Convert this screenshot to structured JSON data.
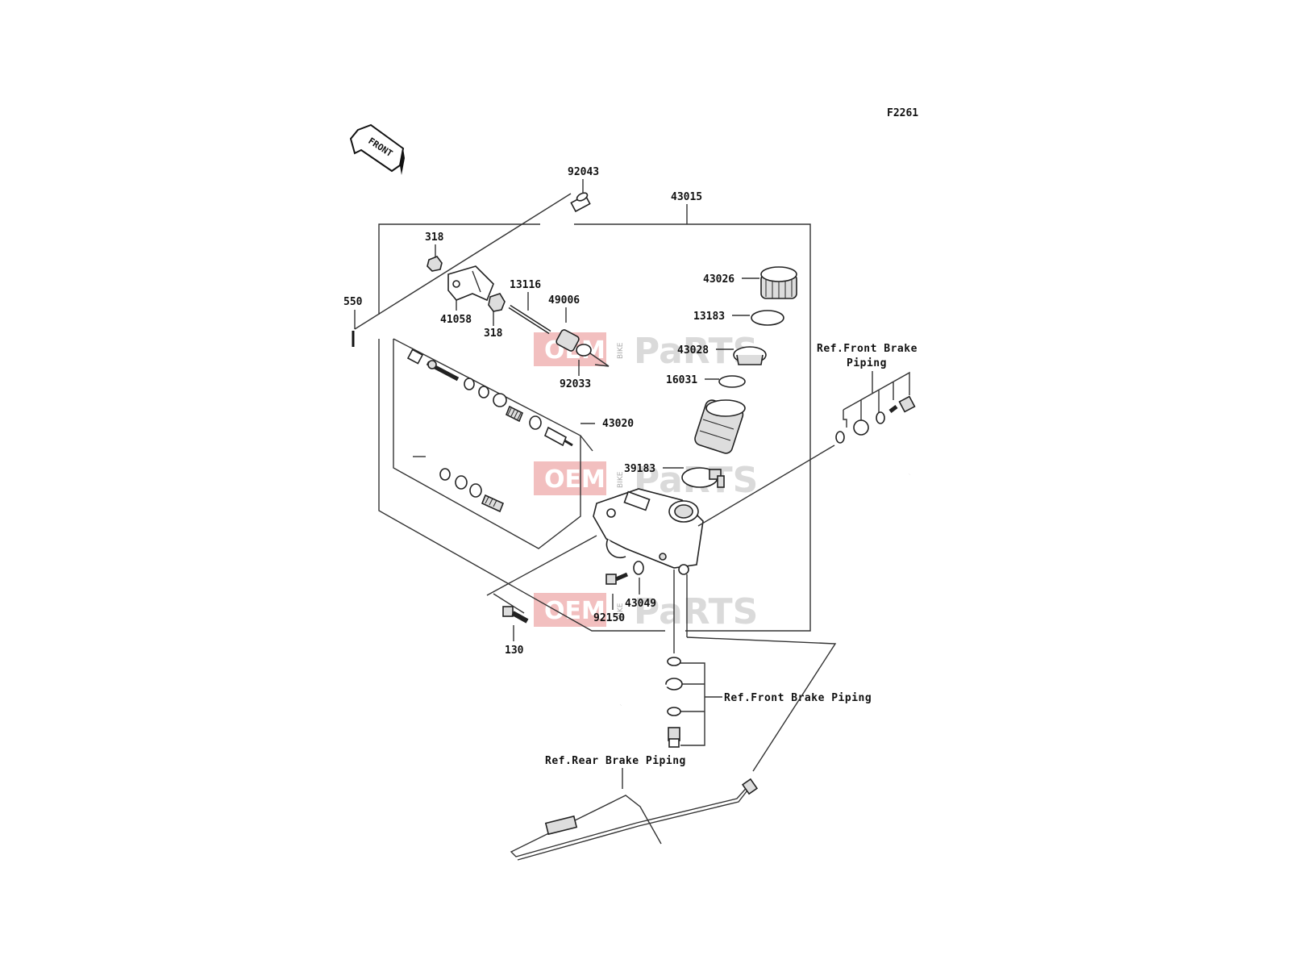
{
  "diagram_code": "F2261",
  "front_label": "FRONT",
  "parts": {
    "p92043": "92043",
    "p43015": "43015",
    "p318a": "318",
    "p318b": "318",
    "p550": "550",
    "p41058": "41058",
    "p13116": "13116",
    "p49006": "49006",
    "p92033": "92033",
    "p43026": "43026",
    "p13183": "13183",
    "p43028": "43028",
    "p16031": "16031",
    "p43020": "43020",
    "p39183": "39183",
    "p43049": "43049",
    "p92150": "92150",
    "p130": "130"
  },
  "refs": {
    "front_brake_top_line1": "Ref.Front Brake",
    "front_brake_top_line2": "Piping",
    "front_brake_mid": "Ref.Front Brake Piping",
    "rear_brake": "Ref.Rear Brake Piping"
  },
  "watermark": {
    "oem": "OEM",
    "bike": "BIKE",
    "parts": "PaRTS"
  },
  "colors": {
    "watermark_red": "#e88b8b",
    "line": "#333333"
  }
}
